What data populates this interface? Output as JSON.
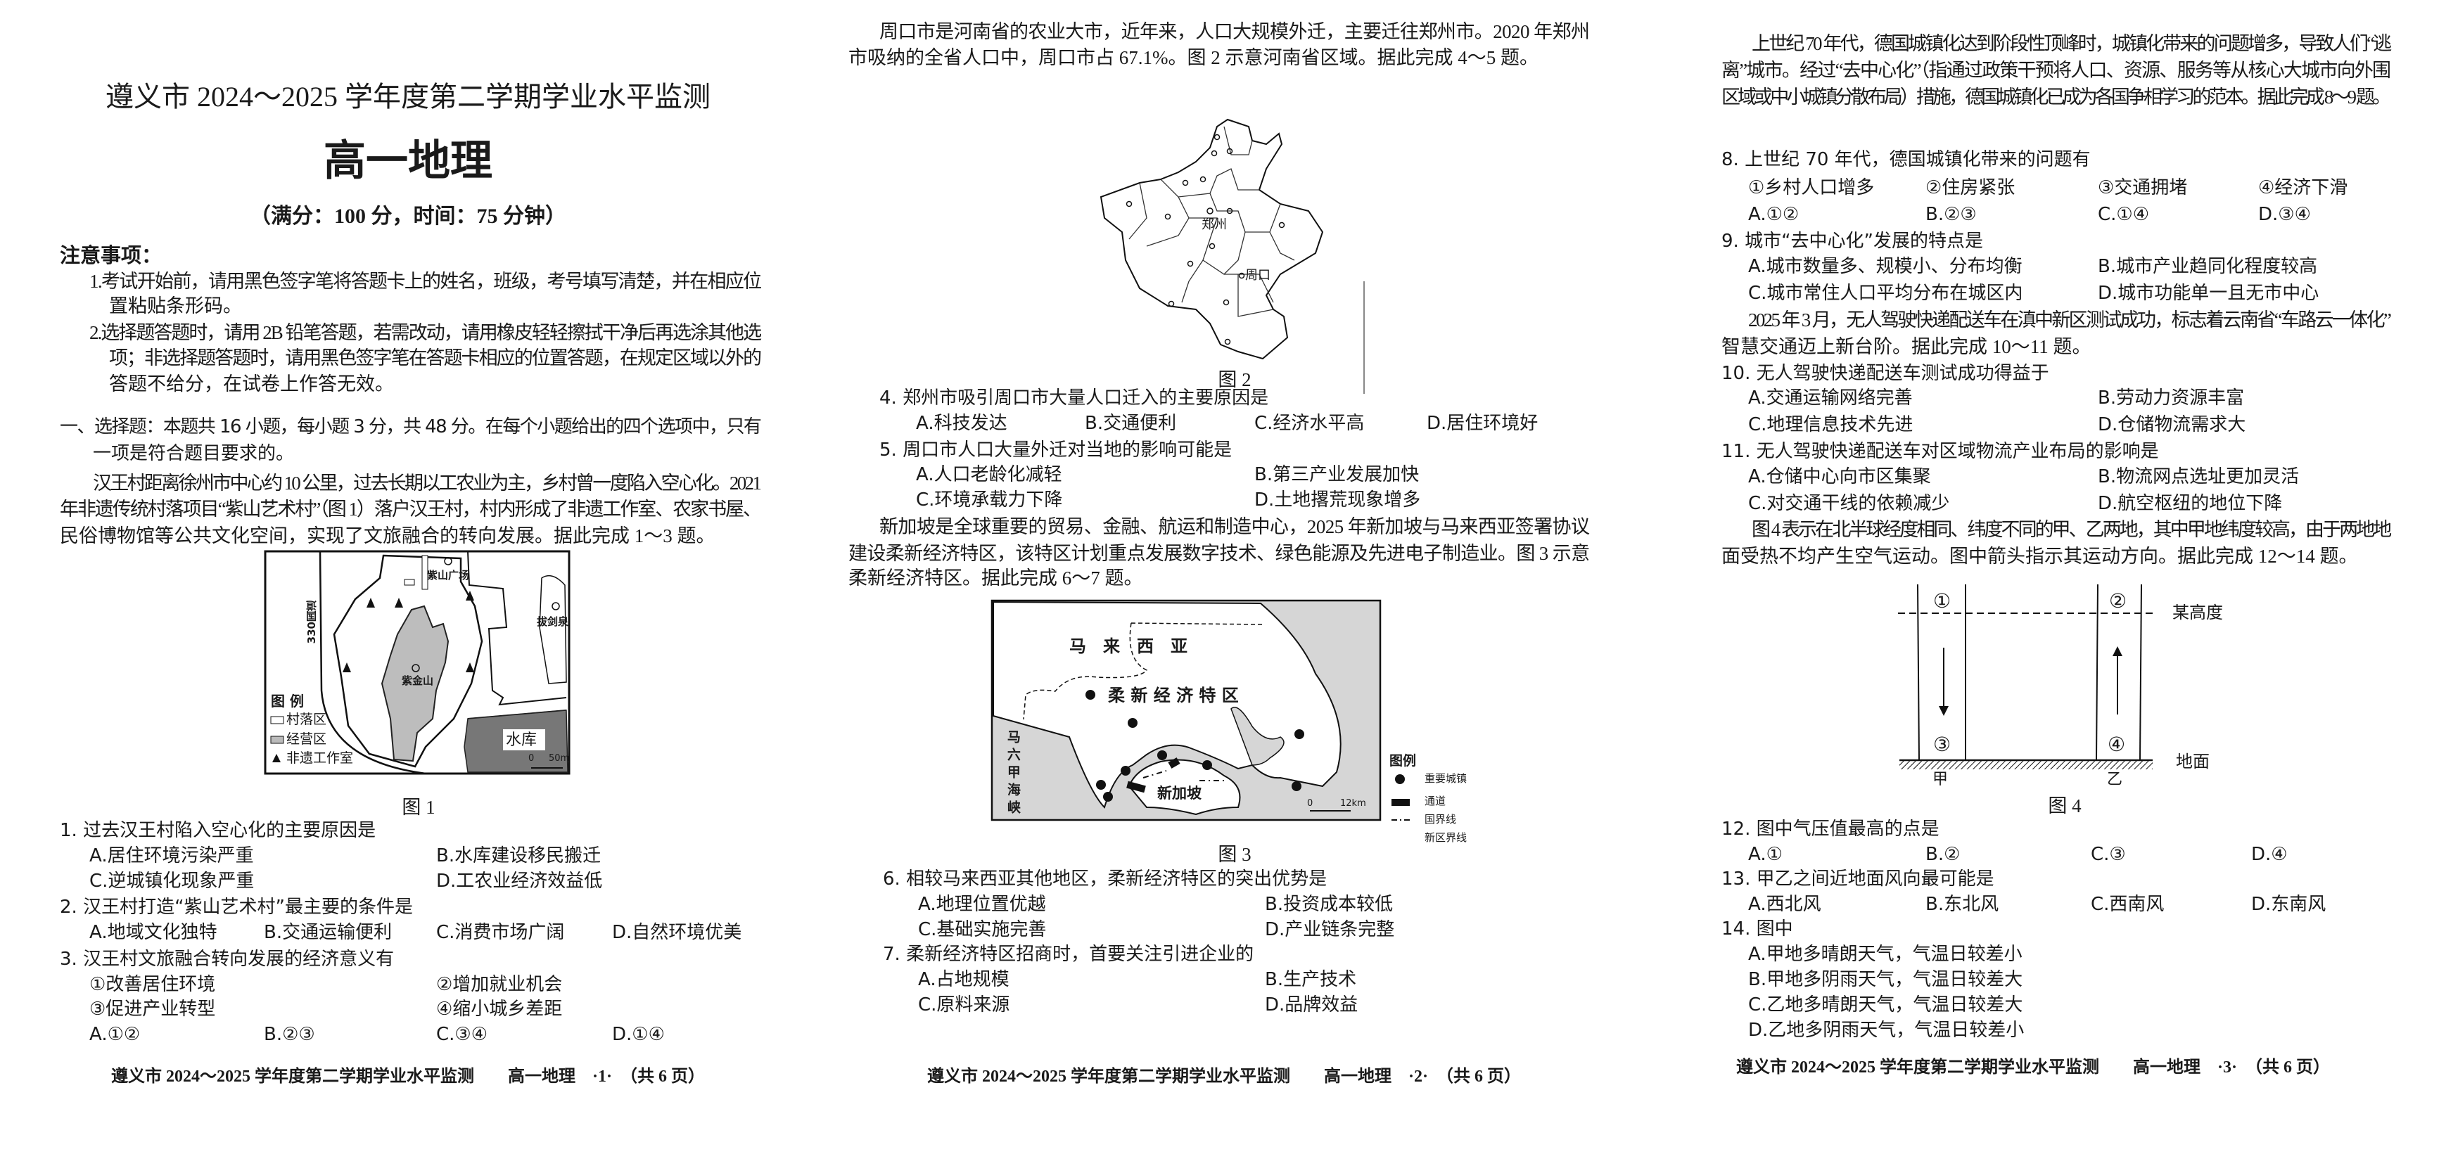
{
  "page1": {
    "title": "遵义市 2024～2025 学年度第二学期学业水平监测",
    "subject": "高一地理",
    "score": "（满分：100 分，时间：75 分钟）",
    "notice_heading": "注意事项：",
    "notice_lines": [
      "1.考试开始前，请用黑色签字笔将答题卡上的姓名，班级，考号填写清楚，并在相应位",
      "置粘贴条形码。",
      "2.选择题答题时，请用 2B 铅笔答题，若需改动，请用橡皮轻轻擦拭干净后再选涂其他选",
      "项；非选择题答题时，请用黑色签字笔在答题卡相应的位置答题，在规定区域以外的",
      "答题不给分，在试卷上作答无效。"
    ],
    "section_lines": [
      "一、选择题：本题共 16 小题，每小题 3 分，共 48 分。在每个小题给出的四个选项中，只有",
      "一项是符合题目要求的。"
    ],
    "passage_lines": [
      "汉王村距离徐州市中心约 10 公里，过去长期以工农业为主，乡村曾一度陷入空心化。2021",
      "年非遗传统村落项目“紫山艺术村”（图 1）落户汉王村，村内形成了非遗工作室、农家书屋、",
      "民俗博物馆等公共文化空间，实现了文旅融合的转向发展。据此完成 1～3 题。"
    ],
    "fig1": {
      "road": "330国道",
      "square": "紫山广场",
      "mountain": "紫金山",
      "spring": "拔剑泉",
      "reservoir": "水库",
      "legend_title": "图 例",
      "legend": [
        "村落区",
        "经营区",
        "非遗工作室"
      ],
      "scale": [
        "0",
        "50m"
      ],
      "caption": "图 1"
    },
    "questions": [
      {
        "stem": "1.  过去汉王村陷入空心化的主要原因是",
        "options": [
          "A.居住环境污染严重",
          "B.水库建设移民搬迁",
          "C.逆城镇化现象严重",
          "D.工农业经济效益低"
        ]
      },
      {
        "stem": "2.  汉王村打造“紫山艺术村”最主要的条件是",
        "options": [
          "A.地域文化独特",
          "B.交通运输便利",
          "C.消费市场广阔",
          "D.自然环境优美"
        ]
      },
      {
        "stem": "3.  汉王村文旅融合转向发展的经济意义有",
        "items": [
          "①改善居住环境",
          "②增加就业机会",
          "③促进产业转型",
          "④缩小城乡差距"
        ],
        "options": [
          "A.①②",
          "B.②③",
          "C.③④",
          "D.①④"
        ]
      }
    ],
    "footer": "遵义市 2024～2025 学年度第二学期学业水平监测　　高一地理　·1·　（共 6 页）"
  },
  "page2": {
    "passage1_lines": [
      "周口市是河南省的农业大市，近年来，人口大规模外迁，主要迁往郑州市。2020 年郑州",
      "市吸纳的全省人口中，周口市占 67.1%。图 2 示意河南省区域。据此完成 4～5 题。"
    ],
    "fig2": {
      "zhengzhou": "郑州",
      "zhoukou": "周口",
      "caption": "图 2"
    },
    "questions_a": [
      {
        "stem": "4.   郑州市吸引周口市大量人口迁入的主要原因是",
        "options": [
          "A.科技发达",
          "B.交通便利",
          "C.经济水平高",
          "D.居住环境好"
        ]
      },
      {
        "stem": "5.   周口市人口大量外迁对当地的影响可能是",
        "options": [
          "A.人口老龄化减轻",
          "B.第三产业发展加快",
          "C.环境承载力下降",
          "D.土地撂荒现象增多"
        ]
      }
    ],
    "passage2_lines": [
      "新加坡是全球重要的贸易、金融、航运和制造中心，2025 年新加坡与马来西亚签署协议",
      "建设柔新经济特区，该特区计划重点发展数字技术、绿色能源及先进电子制造业。图 3 示意",
      "柔新经济特区。据此完成 6～7 题。"
    ],
    "fig3": {
      "malaysia": "马　来　西　亚",
      "zone": "柔 新 经 济 特 区",
      "strait": "马六甲海峡",
      "singapore": "新加坡",
      "scale": [
        "0",
        "12km"
      ],
      "legend_title": "图例",
      "legend": [
        "重要城镇",
        "通道",
        "国界线",
        "新区界线"
      ],
      "caption": "图 3"
    },
    "questions_b": [
      {
        "stem": "6.   相较马来西亚其他地区，柔新经济特区的突出优势是",
        "options": [
          "A.地理位置优越",
          "B.投资成本较低",
          "C.基础实施完善",
          "D.产业链条完整"
        ]
      },
      {
        "stem": "7.   柔新经济特区招商时，首要关注引进企业的",
        "options": [
          "A.占地规模",
          "B.生产技术",
          "C.原料来源",
          "D.品牌效益"
        ]
      }
    ],
    "footer": "遵义市 2024～2025 学年度第二学期学业水平监测　　高一地理　·2·　（共 6 页）"
  },
  "page3": {
    "passage1_lines": [
      "上世纪 70 年代，德国城镇化达到阶段性顶峰时，城镇化带来的问题增多，导致人们“逃",
      "离”城市。经过“去中心化”（指通过政策干预将人口、资源、服务等从核心大城市向外围",
      "区域或中小城镇分散布局）措施，德国城镇化已成为各国争相学习的范本。据此完成 8～9 题。"
    ],
    "q8": {
      "stem": "8.   上世纪 70 年代，德国城镇化带来的问题有",
      "items": [
        "①乡村人口增多",
        "②住房紧张",
        "③交通拥堵",
        "④经济下滑"
      ],
      "options": [
        "A.①②",
        "B.②③",
        "C.①④",
        "D.③④"
      ]
    },
    "q9": {
      "stem": "9.   城市“去中心化”发展的特点是",
      "options": [
        "A.城市数量多、规模小、分布均衡",
        "B.城市产业趋同化程度较高",
        "C.城市常住人口平均分布在城区内",
        "D.城市功能单一且无市中心"
      ]
    },
    "passage2_lines": [
      "2025 年 3 月，无人驾驶快递配送车在滇中新区测试成功，标志着云南省“车路云一体化”",
      "智慧交通迈上新台阶。据此完成 10～11 题。"
    ],
    "q10": {
      "stem": "10.  无人驾驶快递配送车测试成功得益于",
      "options": [
        "A.交通运输网络完善",
        "B.劳动力资源丰富",
        "C.地理信息技术先进",
        "D.仓储物流需求大"
      ]
    },
    "q11": {
      "stem": "11.  无人驾驶快递配送车对区域物流产业布局的影响是",
      "options": [
        "A.仓储中心向市区集聚",
        "B.物流网点选址更加灵活",
        "C.对交通干线的依赖减少",
        "D.航空枢纽的地位下降"
      ]
    },
    "passage3_lines": [
      "图 4 表示在北半球经度相同、纬度不同的甲、乙两地，其中甲地纬度较高，由于两地地",
      "面受热不均产生空气运动。图中箭头指示其运动方向。据此完成 12～14 题。"
    ],
    "fig4": {
      "points": [
        "①",
        "②",
        "③",
        "④"
      ],
      "height": "某高度",
      "ground": "地面",
      "jia": "甲",
      "yi": "乙",
      "caption": "图 4"
    },
    "q12": {
      "stem": "12.  图中气压值最高的点是",
      "options": [
        "A.①",
        "B.②",
        "C.③",
        "D.④"
      ]
    },
    "q13": {
      "stem": "13.  甲乙之间近地面风向最可能是",
      "options": [
        "A.西北风",
        "B.东北风",
        "C.西南风",
        "D.东南风"
      ]
    },
    "q14": {
      "stem": "14.  图中",
      "options": [
        "A.甲地多晴朗天气，气温日较差小",
        "B.甲地多阴雨天气，气温日较差大",
        "C.乙地多晴朗天气，气温日较差大",
        "D.乙地多阴雨天气，气温日较差小"
      ]
    },
    "footer": "遵义市 2024～2025 学年度第二学期学业水平监测　　高一地理　·3·　（共 6 页）"
  }
}
